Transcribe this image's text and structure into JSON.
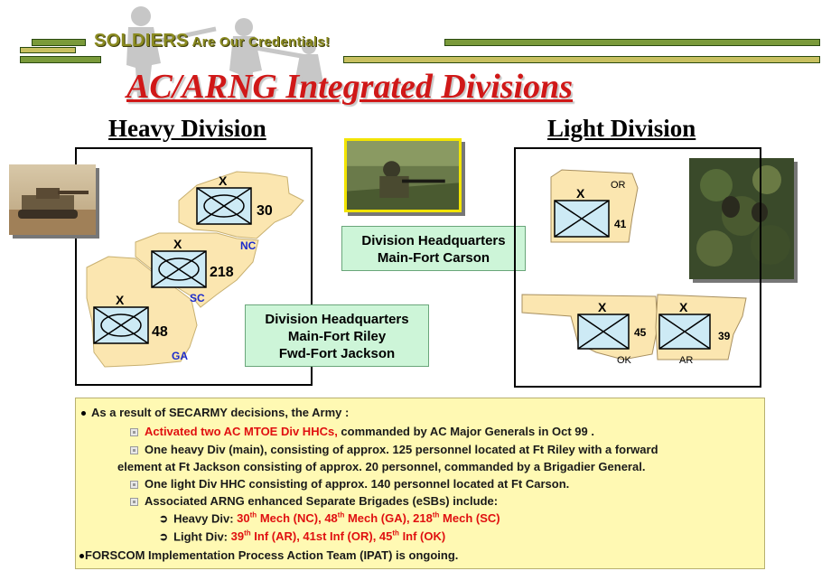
{
  "header": {
    "motto_big": "SOLDIERS",
    "motto_rest": " Are Our Credentials!",
    "title": "AC/ARNG Integrated Divisions"
  },
  "heavy": {
    "title": "Heavy Division",
    "unit_symbol": "X",
    "units": [
      "30",
      "218",
      "48"
    ],
    "states": [
      "NC",
      "SC",
      "GA"
    ],
    "hq_lines": [
      "Division Headquarters",
      "Main-Fort Riley",
      "Fwd-Fort Jackson"
    ]
  },
  "center_hq": {
    "lines": [
      "Division Headquarters",
      "Main-Fort Carson"
    ]
  },
  "light": {
    "title": "Light Division",
    "unit_symbol": "X",
    "units": [
      "41",
      "45",
      "39"
    ],
    "states": [
      "OR",
      "OK",
      "AR"
    ]
  },
  "notes": {
    "l1": "As a result of SECARMY decisions, the Army :",
    "l2_red": "Activated two AC MTOE Div HHCs,",
    "l2_rest": " commanded by  AC Major Generals in Oct 99 .",
    "l3": "One heavy Div (main), consisting of approx. 125 personnel located at Ft Riley with a forward",
    "l4": "element at Ft Jackson consisting of approx. 20 personnel, commanded by a Brigadier General.",
    "l5": "One light Div HHC consisting of approx. 140 personnel located at Ft Carson.",
    "l6": "Associated ARNG enhanced Separate Brigades (eSBs) include:",
    "l7_label": "Heavy Div:",
    "l7_items": [
      "30",
      "th",
      " Mech (NC), 48",
      "th",
      " Mech (GA), 218",
      "th",
      " Mech (SC)"
    ],
    "l8_label": "Light Div:",
    "l8_items": [
      "39",
      "th",
      " Inf (AR), 41st Inf (OR), 45",
      "th",
      " Inf (OK)"
    ],
    "l9": "FORSCOM Implementation Process Action Team (IPAT) is ongoing."
  },
  "colors": {
    "title_red": "#d01818",
    "hq_green": "#cdf5d8",
    "map_fill": "#fbe6b0",
    "unit_box": "#cdeaf5",
    "note_bg": "#fff9b3"
  }
}
